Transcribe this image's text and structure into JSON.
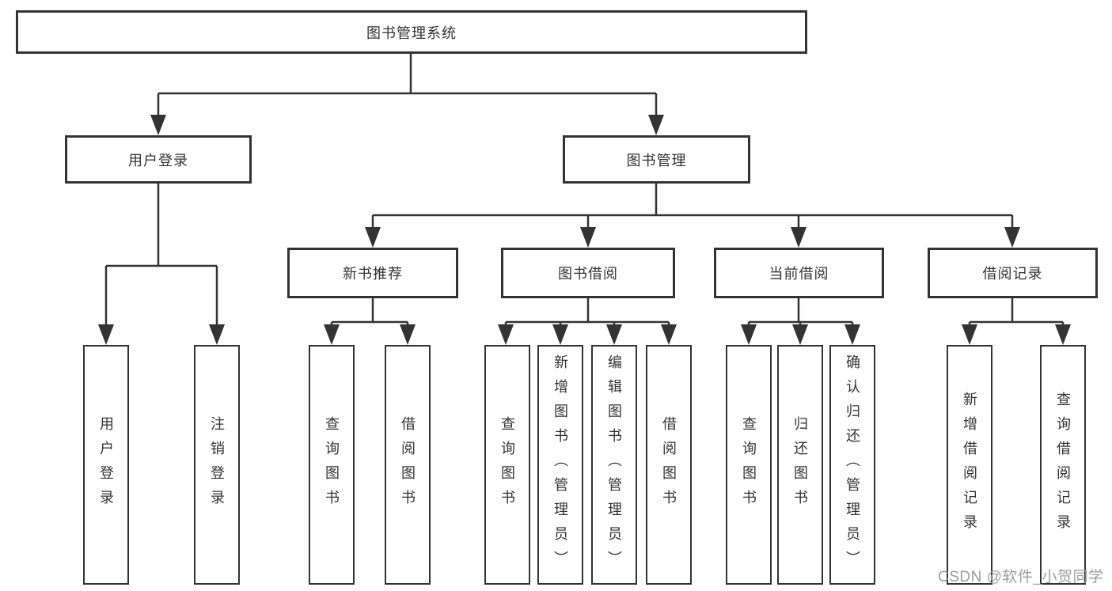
{
  "tree": {
    "root": "图书管理系统",
    "branches": [
      {
        "label": "用户登录",
        "children": [
          "用户登录",
          "注销登录"
        ]
      },
      {
        "label": "图书管理",
        "groups": [
          {
            "label": "新书推荐",
            "children": [
              "查询图书",
              "借阅图书"
            ]
          },
          {
            "label": "图书借阅",
            "children": [
              "查询图书",
              "新增图书（管理员）",
              "编辑图书（管理员）",
              "借阅图书"
            ]
          },
          {
            "label": "当前借阅",
            "children": [
              "查询图书",
              "归还图书",
              "确认归还（管理员）"
            ]
          },
          {
            "label": "借阅记录",
            "children": [
              "新增借阅记录",
              "查询借阅记录"
            ]
          }
        ]
      }
    ]
  },
  "watermark": "CSDN @软件_小贺同学",
  "colors": {
    "line": "#333333",
    "box_border": "#333333",
    "text": "#333333",
    "watermark": "#9e9e9e",
    "background": "#ffffff"
  }
}
